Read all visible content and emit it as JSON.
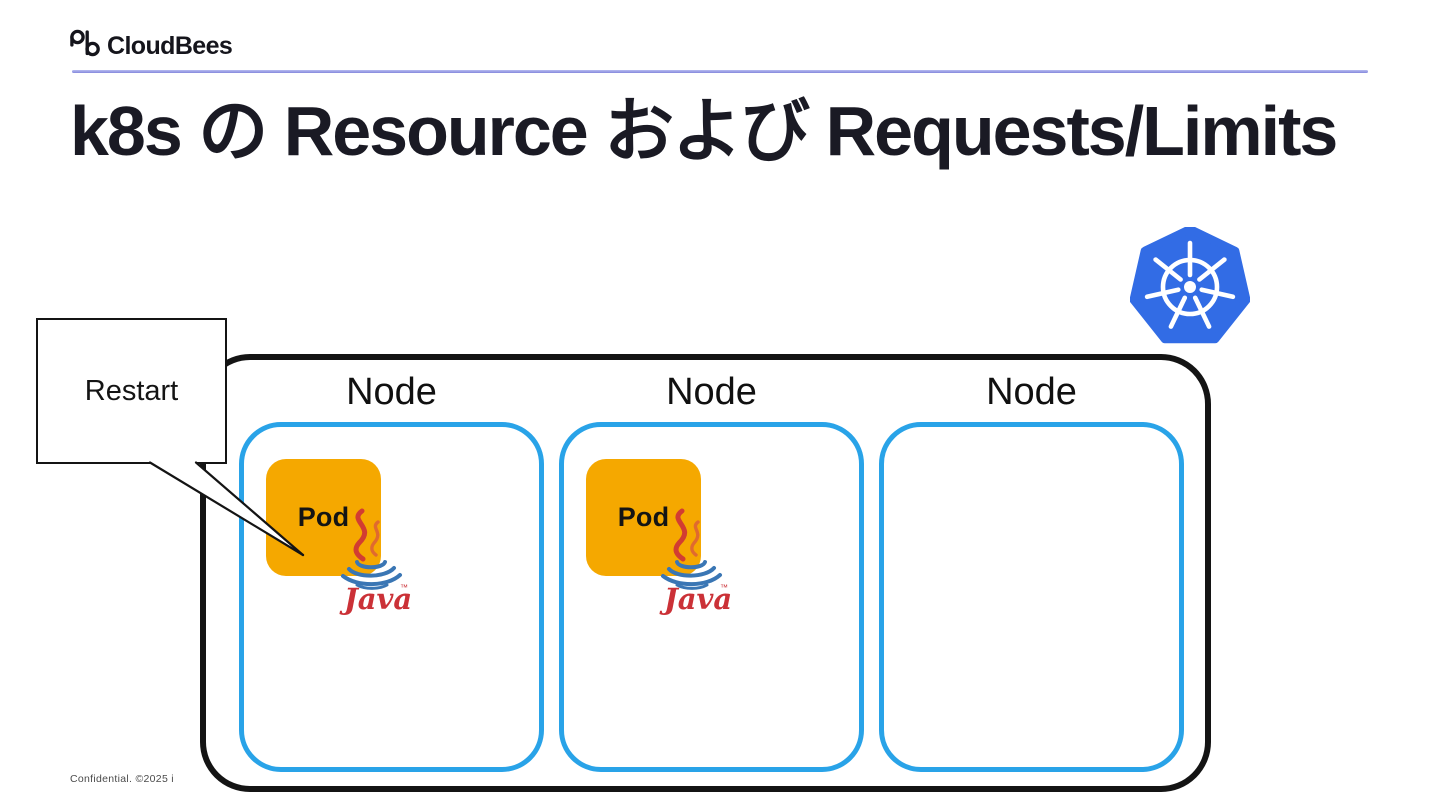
{
  "colors": {
    "accent-line": "#8589dd",
    "title-color": "#1a1a24",
    "cluster-border": "#141414",
    "node-border": "#29a3e8",
    "pod-fill": "#f5a800",
    "pod-text": "#141414",
    "k8s-blue": "#326ce5",
    "java-red": "#d23c32",
    "java-orange": "#e06a2f",
    "java-blue": "#3a76b4",
    "footer-gray": "#4b4b4b"
  },
  "header": {
    "brand": "CloudBees",
    "logo_icon": "cloudbees-logo"
  },
  "title": "k8s の Resource および Requests/Limits",
  "callout": {
    "label": "Restart"
  },
  "diagram": {
    "kubernetes_icon": "kubernetes-logo",
    "nodes": [
      {
        "label": "Node",
        "pod": {
          "label": "Pod",
          "runtime": "Java",
          "runtime_tm": "™",
          "runtime_icon": "java-logo"
        }
      },
      {
        "label": "Node",
        "pod": {
          "label": "Pod",
          "runtime": "Java",
          "runtime_tm": "™",
          "runtime_icon": "java-logo"
        }
      },
      {
        "label": "Node"
      }
    ]
  },
  "footer": {
    "text": "Confidential. ©2025 i"
  }
}
